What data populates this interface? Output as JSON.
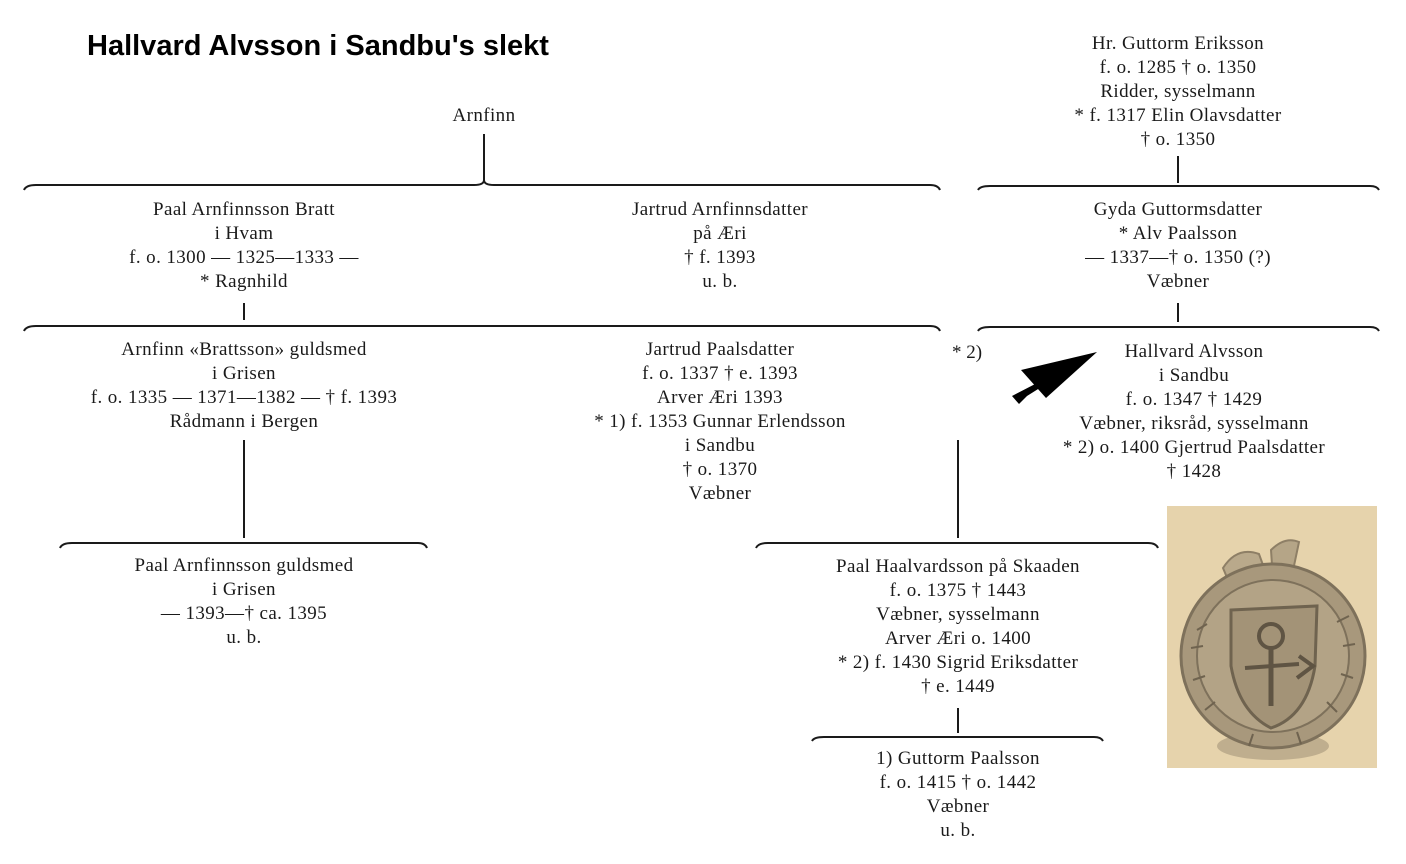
{
  "title": "Hallvard Alvsson i Sandbu's slekt",
  "colors": {
    "paper": "#ffffff",
    "ink": "#1a1a1a",
    "seal_background": "#e6d3ac",
    "seal_wax": "#a8987c"
  },
  "nodes": {
    "arnfinn": {
      "lines": [
        "Arnfinn"
      ]
    },
    "guttorm_eriksson": {
      "lines": [
        "Hr. Guttorm Eriksson",
        "f. o. 1285 † o. 1350",
        "Ridder, sysselmann",
        "* f. 1317 Elin Olavsdatter",
        "† o. 1350"
      ]
    },
    "paal_bratt": {
      "lines": [
        "Paal Arnfinnsson Bratt",
        "i Hvam",
        "f. o. 1300 — 1325—1333 —",
        "* Ragnhild"
      ]
    },
    "jartrud_arnfinnsdatter": {
      "lines": [
        "Jartrud Arnfinnsdatter",
        "på Æri",
        "† f. 1393",
        "u. b."
      ]
    },
    "gyda": {
      "lines": [
        "Gyda Guttormsdatter",
        "* Alv Paalsson",
        "— 1337—† o. 1350 (?)",
        "Væbner"
      ]
    },
    "arnfinn_brattsson": {
      "lines": [
        "Arnfinn «Brattsson» guldsmed",
        "i Grisen",
        "f. o. 1335 — 1371—1382 — † f. 1393",
        "Rådmann i Bergen"
      ]
    },
    "jartrud_paalsdatter": {
      "lines": [
        "Jartrud Paalsdatter",
        "f. o. 1337 † e. 1393",
        "Arver Æri 1393",
        "* 1) f. 1353 Gunnar Erlendsson",
        "i Sandbu",
        "† o. 1370",
        "Væbner"
      ]
    },
    "hallvard": {
      "lines": [
        "Hallvard Alvsson",
        "i Sandbu",
        "f. o. 1347 † 1429",
        "Væbner, riksråd, sysselmann",
        "* 2) o. 1400 Gjertrud Paalsdatter",
        "† 1428"
      ]
    },
    "paal_guldsmed": {
      "lines": [
        "Paal Arnfinnsson guldsmed",
        "i Grisen",
        "— 1393—† ca. 1395",
        "u. b."
      ]
    },
    "paal_haalvardsson": {
      "lines": [
        "Paal Haalvardsson på Skaaden",
        "f. o. 1375 † 1443",
        "Væbner, sysselmann",
        "Arver Æri o. 1400",
        "* 2) f. 1430 Sigrid Eriksdatter",
        "† e. 1449"
      ]
    },
    "guttorm_paalsson": {
      "lines": [
        "1) Guttorm Paalsson",
        "f. o. 1415 † o. 1442",
        "Væbner",
        "u. b."
      ]
    }
  },
  "marriage_label": "* 2)"
}
